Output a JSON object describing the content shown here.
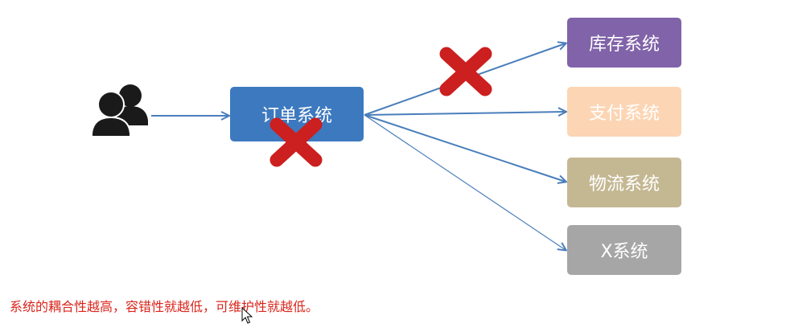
{
  "colors": {
    "order": "#3d79bf",
    "inventory": "#8063a8",
    "payment": "#fcd5b4",
    "logistics": "#c4b893",
    "x_system": "#a6a6a6",
    "arrow": "#4a7ebb",
    "cross": "#cc1f1f",
    "caption": "#d9261c"
  },
  "nodes": {
    "user_icon": "users-icon",
    "order": "订单系统",
    "inventory": "库存系统",
    "payment": "支付系统",
    "logistics": "物流系统",
    "x_system": "X系统"
  },
  "caption": "系统的耦合性越高，容错性就越低，可维护性就越低。"
}
